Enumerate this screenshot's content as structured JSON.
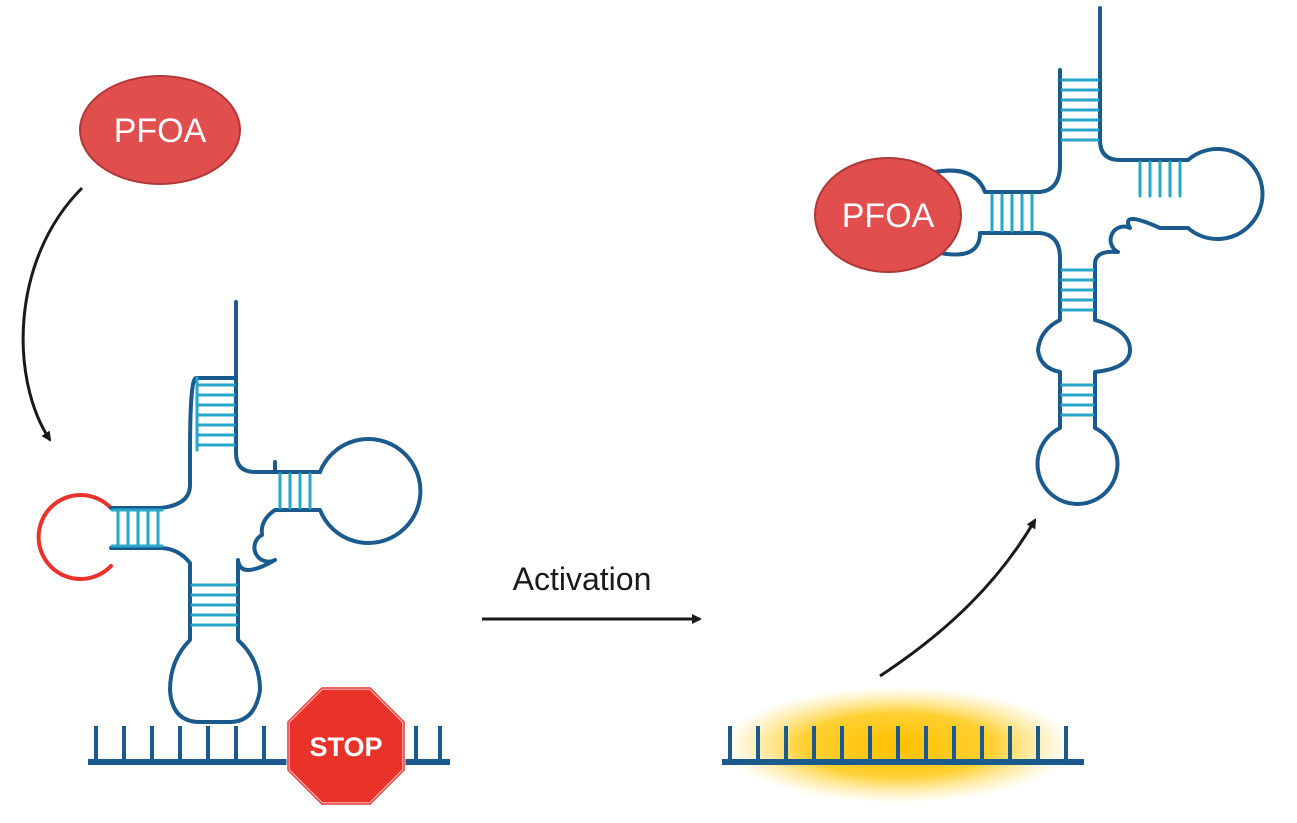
{
  "labels": {
    "ligand_left": "PFOA",
    "ligand_right": "PFOA",
    "process": "Activation",
    "stop_sign": "STOP"
  },
  "colors": {
    "rna_strand": "#1a5a8c",
    "rna_base_pair": "#26a6c9",
    "aptamer_loop": "#e8322a",
    "ligand_fill": "#e04e4e",
    "ligand_stroke": "#b03838",
    "dna_strand": "#1a5a8c",
    "stop_fill": "#e8322a",
    "expression_glow": "#ffc400",
    "arrow": "#1a1a1a"
  },
  "icons": {
    "stop": "stop-sign-icon",
    "glow": "gene-expression-glow"
  }
}
